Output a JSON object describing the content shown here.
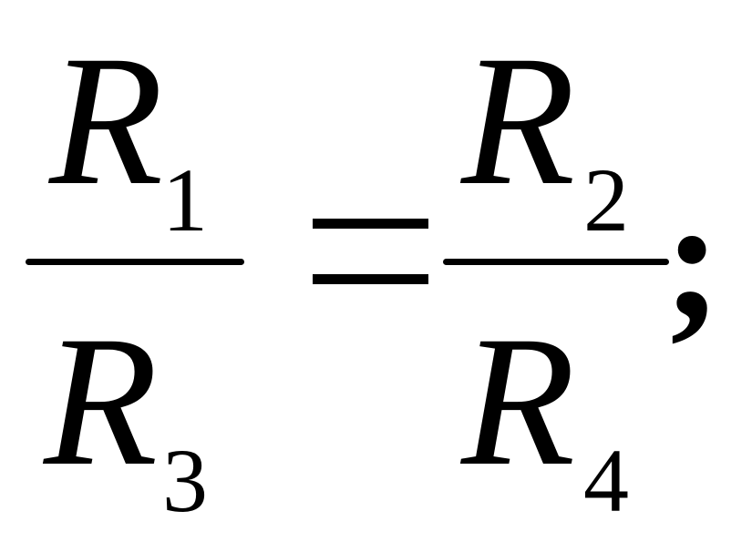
{
  "equation": {
    "left_fraction": {
      "numerator": {
        "symbol": "R",
        "subscript": "1"
      },
      "denominator": {
        "symbol": "R",
        "subscript": "3"
      }
    },
    "relation": "=",
    "right_fraction": {
      "numerator": {
        "symbol": "R",
        "subscript": "2"
      },
      "denominator": {
        "symbol": "R",
        "subscript": "4"
      }
    },
    "terminator": ";"
  }
}
